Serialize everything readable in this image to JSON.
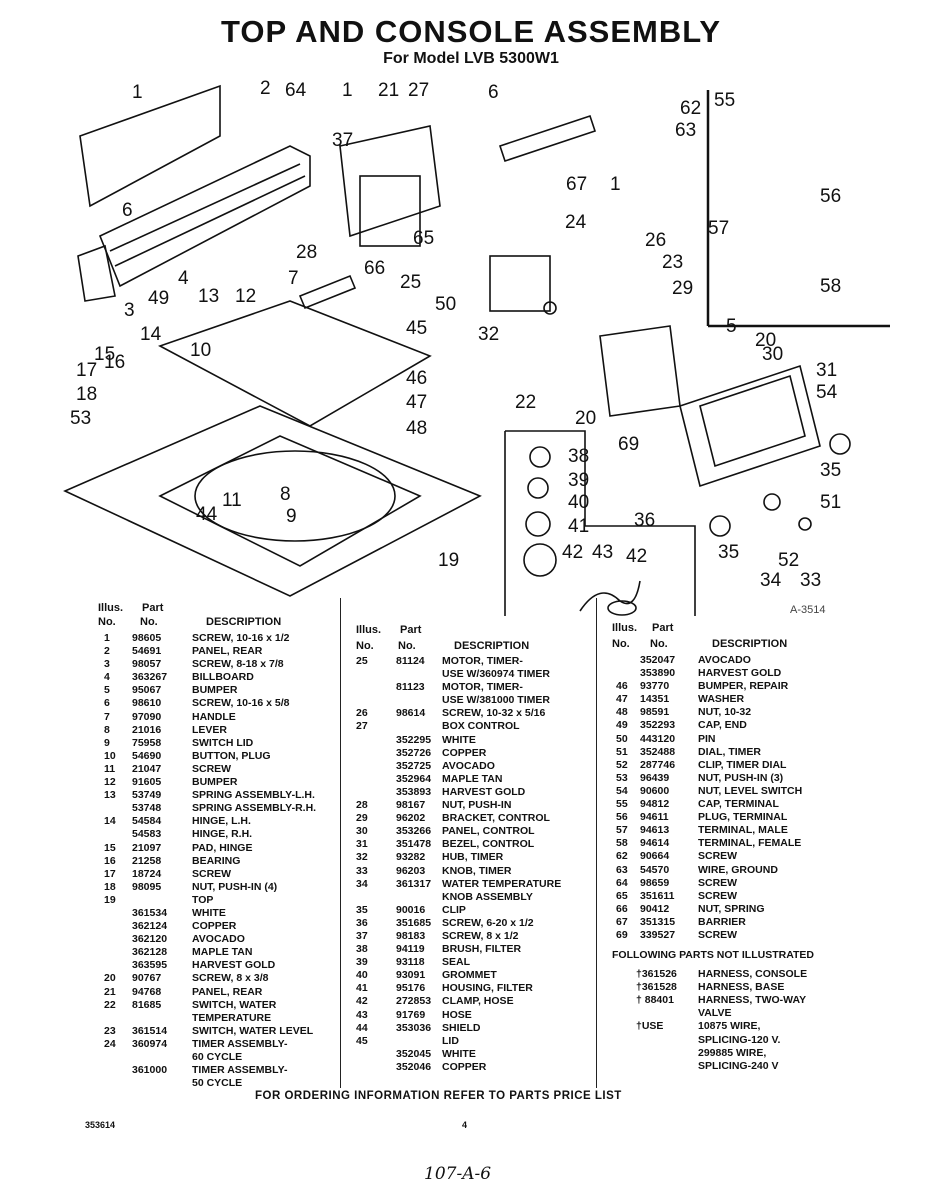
{
  "title": "TOP AND CONSOLE ASSEMBLY",
  "subtitle": "For Model LVB 5300W1",
  "figure_ref": "A-3514",
  "callouts": [
    "1",
    "2",
    "64",
    "1",
    "21",
    "27",
    "6",
    "62",
    "63",
    "55",
    "37",
    "6",
    "67",
    "1",
    "56",
    "57",
    "58",
    "28",
    "65",
    "24",
    "26",
    "66",
    "7",
    "25",
    "23",
    "4",
    "49",
    "13",
    "12",
    "50",
    "29",
    "3",
    "32",
    "45",
    "5",
    "10",
    "20",
    "14",
    "30",
    "15",
    "31",
    "17",
    "16",
    "46",
    "22",
    "20",
    "54",
    "18",
    "47",
    "53",
    "48",
    "69",
    "38",
    "35",
    "39",
    "11",
    "8",
    "40",
    "51",
    "44",
    "9",
    "41",
    "36",
    "42",
    "43",
    "42",
    "52",
    "35",
    "19",
    "34",
    "33"
  ],
  "table_headers": {
    "illus": "Illus.",
    "no": "No.",
    "part": "Part",
    "part_no": "No.",
    "description": "DESCRIPTION"
  },
  "col1": [
    [
      "1",
      "98605",
      "SCREW, 10-16 x 1/2"
    ],
    [
      "2",
      "54691",
      "PANEL, REAR"
    ],
    [
      "3",
      "98057",
      "SCREW, 8-18 x 7/8"
    ],
    [
      "4",
      "363267",
      "BILLBOARD"
    ],
    [
      "5",
      "95067",
      "BUMPER"
    ],
    [
      "6",
      "98610",
      "SCREW, 10-16 x 5/8"
    ],
    [
      "7",
      "97090",
      "HANDLE"
    ],
    [
      "8",
      "21016",
      "LEVER"
    ],
    [
      "9",
      "75958",
      "SWITCH LID"
    ],
    [
      "10",
      "54690",
      "BUTTON, PLUG"
    ],
    [
      "11",
      "21047",
      "SCREW"
    ],
    [
      "12",
      "91605",
      "BUMPER"
    ],
    [
      "13",
      "53749",
      "SPRING ASSEMBLY-L.H."
    ],
    [
      "",
      "53748",
      "SPRING ASSEMBLY-R.H."
    ],
    [
      "14",
      "54584",
      "HINGE, L.H."
    ],
    [
      "",
      "54583",
      "HINGE, R.H."
    ],
    [
      "15",
      "21097",
      "PAD, HINGE"
    ],
    [
      "16",
      "21258",
      "BEARING"
    ],
    [
      "17",
      "18724",
      "SCREW"
    ],
    [
      "18",
      "98095",
      "NUT, PUSH-IN (4)"
    ],
    [
      "19",
      "",
      "TOP"
    ],
    [
      "",
      "361534",
      "WHITE"
    ],
    [
      "",
      "362124",
      "COPPER"
    ],
    [
      "",
      "362120",
      "AVOCADO"
    ],
    [
      "",
      "362128",
      "MAPLE TAN"
    ],
    [
      "",
      "363595",
      "HARVEST GOLD"
    ],
    [
      "20",
      "90767",
      "SCREW, 8 x 3/8"
    ],
    [
      "21",
      "94768",
      "PANEL, REAR"
    ],
    [
      "22",
      "81685",
      "SWITCH, WATER"
    ],
    [
      "",
      "",
      "TEMPERATURE"
    ],
    [
      "23",
      "361514",
      "SWITCH, WATER LEVEL"
    ],
    [
      "24",
      "360974",
      "TIMER ASSEMBLY-"
    ],
    [
      "",
      "",
      "60 CYCLE"
    ],
    [
      "",
      "361000",
      "TIMER ASSEMBLY-"
    ],
    [
      "",
      "",
      "50 CYCLE"
    ]
  ],
  "col2": [
    [
      "25",
      "81124",
      "MOTOR, TIMER-"
    ],
    [
      "",
      "",
      "USE W/360974 TIMER"
    ],
    [
      "",
      "81123",
      "MOTOR, TIMER-"
    ],
    [
      "",
      "",
      "USE W/381000 TIMER"
    ],
    [
      "26",
      "98614",
      "SCREW, 10-32 x 5/16"
    ],
    [
      "27",
      "",
      "BOX CONTROL"
    ],
    [
      "",
      "352295",
      "WHITE"
    ],
    [
      "",
      "352726",
      "COPPER"
    ],
    [
      "",
      "352725",
      "AVOCADO"
    ],
    [
      "",
      "352964",
      "MAPLE TAN"
    ],
    [
      "",
      "353893",
      "HARVEST GOLD"
    ],
    [
      "28",
      "98167",
      "NUT, PUSH-IN"
    ],
    [
      "29",
      "96202",
      "BRACKET, CONTROL"
    ],
    [
      "30",
      "353266",
      "PANEL, CONTROL"
    ],
    [
      "31",
      "351478",
      "BEZEL, CONTROL"
    ],
    [
      "32",
      "93282",
      "HUB, TIMER"
    ],
    [
      "33",
      "96203",
      "KNOB, TIMER"
    ],
    [
      "34",
      "361317",
      "WATER TEMPERATURE"
    ],
    [
      "",
      "",
      "KNOB ASSEMBLY"
    ],
    [
      "35",
      "90016",
      "CLIP"
    ],
    [
      "36",
      "351685",
      "SCREW, 6-20 x 1/2"
    ],
    [
      "37",
      "98183",
      "SCREW, 8 x 1/2"
    ],
    [
      "38",
      "94119",
      "BRUSH, FILTER"
    ],
    [
      "39",
      "93118",
      "SEAL"
    ],
    [
      "40",
      "93091",
      "GROMMET"
    ],
    [
      "41",
      "95176",
      "HOUSING, FILTER"
    ],
    [
      "42",
      "272853",
      "CLAMP, HOSE"
    ],
    [
      "43",
      "91769",
      "HOSE"
    ],
    [
      "44",
      "353036",
      "SHIELD"
    ],
    [
      "45",
      "",
      "LID"
    ],
    [
      "",
      "352045",
      "WHITE"
    ],
    [
      "",
      "352046",
      "COPPER"
    ]
  ],
  "col3": [
    [
      "",
      "352047",
      "AVOCADO"
    ],
    [
      "",
      "353890",
      "HARVEST GOLD"
    ],
    [
      "46",
      "93770",
      "BUMPER, REPAIR"
    ],
    [
      "47",
      "14351",
      "WASHER"
    ],
    [
      "48",
      "98591",
      "NUT, 10-32"
    ],
    [
      "49",
      "352293",
      "CAP, END"
    ],
    [
      "50",
      "443120",
      "PIN"
    ],
    [
      "51",
      "352488",
      "DIAL, TIMER"
    ],
    [
      "52",
      "287746",
      "CLIP, TIMER DIAL"
    ],
    [
      "53",
      "96439",
      "NUT, PUSH-IN (3)"
    ],
    [
      "54",
      "90600",
      "NUT, LEVEL SWITCH"
    ],
    [
      "55",
      "94812",
      "CAP, TERMINAL"
    ],
    [
      "56",
      "94611",
      "PLUG, TERMINAL"
    ],
    [
      "57",
      "94613",
      "TERMINAL, MALE"
    ],
    [
      "58",
      "94614",
      "TERMINAL, FEMALE"
    ],
    [
      "62",
      "90664",
      "SCREW"
    ],
    [
      "63",
      "54570",
      "WIRE, GROUND"
    ],
    [
      "64",
      "98659",
      "SCREW"
    ],
    [
      "65",
      "351611",
      "SCREW"
    ],
    [
      "66",
      "90412",
      "NUT, SPRING"
    ],
    [
      "67",
      "351315",
      "BARRIER"
    ],
    [
      "69",
      "339527",
      "SCREW"
    ]
  ],
  "not_illustrated_heading": "FOLLOWING PARTS NOT ILLUSTRATED",
  "not_illustrated": [
    [
      "†361526",
      "HARNESS, CONSOLE"
    ],
    [
      "†361528",
      "HARNESS, BASE"
    ],
    [
      "† 88401",
      "HARNESS, TWO-WAY"
    ],
    [
      "",
      "VALVE"
    ],
    [
      "†USE",
      "10875 WIRE,"
    ],
    [
      "",
      "SPLICING-120 V."
    ],
    [
      "",
      "299885 WIRE,"
    ],
    [
      "",
      "SPLICING-240 V"
    ]
  ],
  "footer_order": "FOR ORDERING INFORMATION REFER TO PARTS PRICE LIST",
  "doc_id": "353614",
  "page_number": "4",
  "handwritten_note": "107-A-6"
}
